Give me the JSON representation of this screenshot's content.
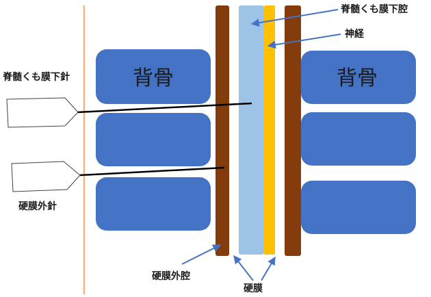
{
  "diagram": {
    "labels": {
      "subarachnoid_space": "脊髄くも膜下腔",
      "nerve": "神経",
      "spinal_needle": "脊髄くも膜下針",
      "epidural_needle": "硬膜外針",
      "epidural_space": "硬膜外腔",
      "dura": "硬膜"
    },
    "bones": {
      "left_top": "背骨",
      "right_top": "背骨"
    },
    "colors": {
      "bone": "#4472c4",
      "ligament": "#843c0c",
      "csf": "#9dc3e6",
      "nerve": "#ffc000",
      "skin": "#f4b183",
      "arrow": "#4472c4",
      "needle_line": "#000000"
    }
  }
}
